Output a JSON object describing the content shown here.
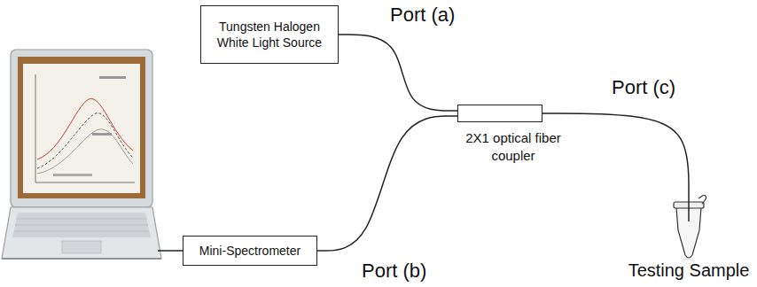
{
  "diagram": {
    "nodes": [
      {
        "text": [
          "Tungsten Halogen White Light Source"
        ]
      },
      {
        "text": [
          "Mini-Spectrometer"
        ]
      },
      {
        "text": [
          "2X1 optical fiber coupler"
        ]
      },
      {
        "text": [
          "Testing Sample"
        ]
      }
    ],
    "edges": [
      {
        "from": 0,
        "to": 2,
        "arrow": "none"
      },
      {
        "from": 1,
        "to": 2,
        "arrow": "none"
      },
      {
        "from": 2,
        "to": 3,
        "arrow": "none"
      }
    ],
    "labels": [
      "Port (a)",
      "Port (b)",
      "Port (c)"
    ]
  }
}
